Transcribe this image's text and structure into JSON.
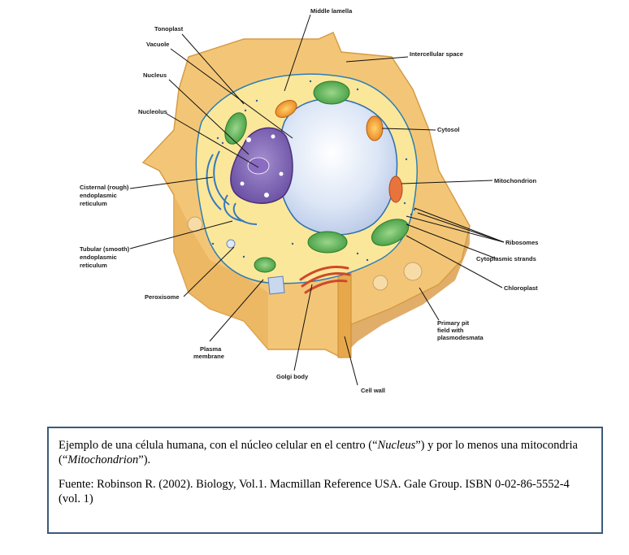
{
  "labels": {
    "middle_lamella": "Middle lamella",
    "tonoplast": "Tonoplast",
    "vacuole": "Vacuole",
    "intercellular_space": "Intercellular space",
    "nucleus": "Nucleus",
    "nucleolus": "Nucleolus",
    "cytosol": "Cytosol",
    "mitochondrion": "Mitochondrion",
    "cisternal_er_1": "Cisternal (rough)",
    "cisternal_er_2": "endoplasmic",
    "cisternal_er_3": "reticulum",
    "ribosomes": "Ribosomes",
    "tubular_er_1": "Tubular (smooth)",
    "tubular_er_2": "endoplasmic",
    "tubular_er_3": "reticulum",
    "cytoplasmic_strands": "Cytoplasmic strands",
    "peroxisome": "Peroxisome",
    "chloroplast": "Chloroplast",
    "primary_pit_1": "Primary pit",
    "primary_pit_2": "field with",
    "primary_pit_3": "plasmodesmata",
    "plasma_membrane_1": "Plasma",
    "plasma_membrane_2": "membrane",
    "golgi_body": "Golgi body",
    "cell_wall": "Cell wall"
  },
  "caption": {
    "line1_pre": "Ejemplo de una célula humana, con el núcleo celular en el centro (“",
    "line1_em1": "Nucleus",
    "line1_mid": "”) y por lo menos una mitocondria (“",
    "line1_em2": "Mitochondrion",
    "line1_post": "”).",
    "source": "Fuente: Robinson R. (2002).  Biology, Vol.1. Macmillan Reference USA. Gale Group. ISBN 0-02-86-5552-4 (vol. 1)"
  }
}
